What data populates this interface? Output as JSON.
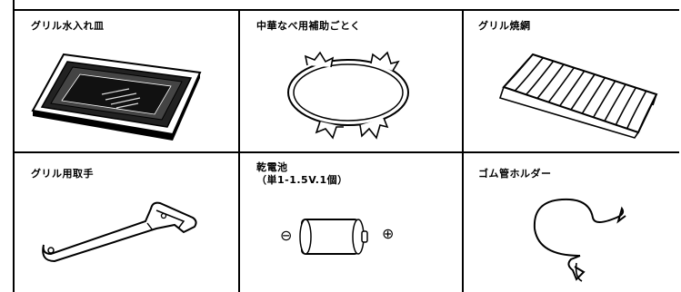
{
  "items": [
    {
      "label": "グリル水入れ皿",
      "icon": "grill-water-tray-icon"
    },
    {
      "label": "中華なべ用補助ごとく",
      "icon": "wok-support-ring-icon"
    },
    {
      "label": "グリル焼網",
      "icon": "grill-rack-icon"
    },
    {
      "label": "グリル用取手",
      "icon": "grill-handle-icon"
    },
    {
      "label": "乾電池",
      "sublabel": "（単1-1.5V.1個）",
      "icon": "battery-icon",
      "terminals": {
        "negative": "⊖",
        "positive": "⊕"
      }
    },
    {
      "label": "ゴム管ホルダー",
      "icon": "hose-holder-icon"
    }
  ]
}
